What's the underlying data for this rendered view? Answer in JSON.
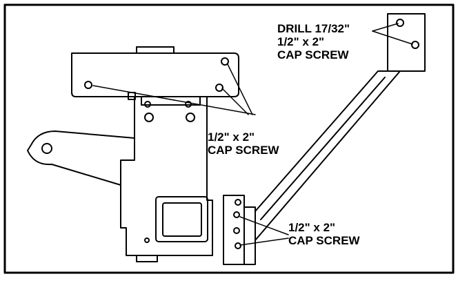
{
  "labels": {
    "drill": "DRILL 17/32\"",
    "top_screw_size": "1/2\" x 2\"",
    "top_screw_type": "CAP SCREW",
    "mid_screw_size": "1/2\" x 2\"",
    "mid_screw_type": "CAP SCREW",
    "bottom_screw_size": "1/2\" x 2\"",
    "bottom_screw_type": "CAP SCREW"
  },
  "colors": {
    "line": "#000000",
    "background": "#ffffff"
  }
}
